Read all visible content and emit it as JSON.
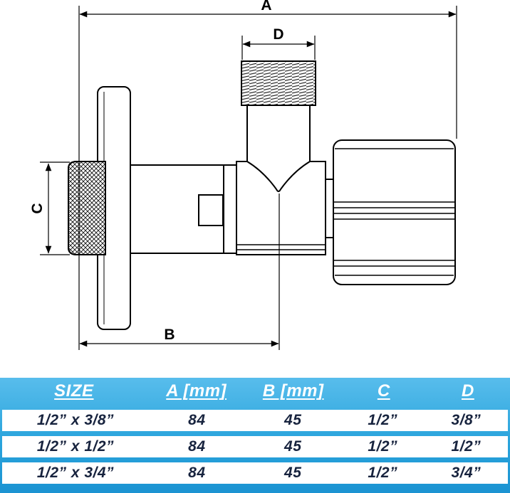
{
  "colors": {
    "table_blue": "#2aa4dc",
    "header_text": "#ffffff",
    "row_text": "#17233e",
    "drawing_line": "#000000"
  },
  "diagram": {
    "dimension_labels": {
      "a": "A",
      "b": "B",
      "c": "C",
      "d": "D"
    }
  },
  "table": {
    "headers": [
      "SIZE",
      "A [mm]",
      "B [mm]",
      "C",
      "D"
    ],
    "rows": [
      [
        "1/2” x 3/8”",
        "84",
        "45",
        "1/2”",
        "3/8”"
      ],
      [
        "1/2” x 1/2”",
        "84",
        "45",
        "1/2”",
        "1/2”"
      ],
      [
        "1/2” x 3/4”",
        "84",
        "45",
        "1/2”",
        "3/4”"
      ]
    ]
  }
}
